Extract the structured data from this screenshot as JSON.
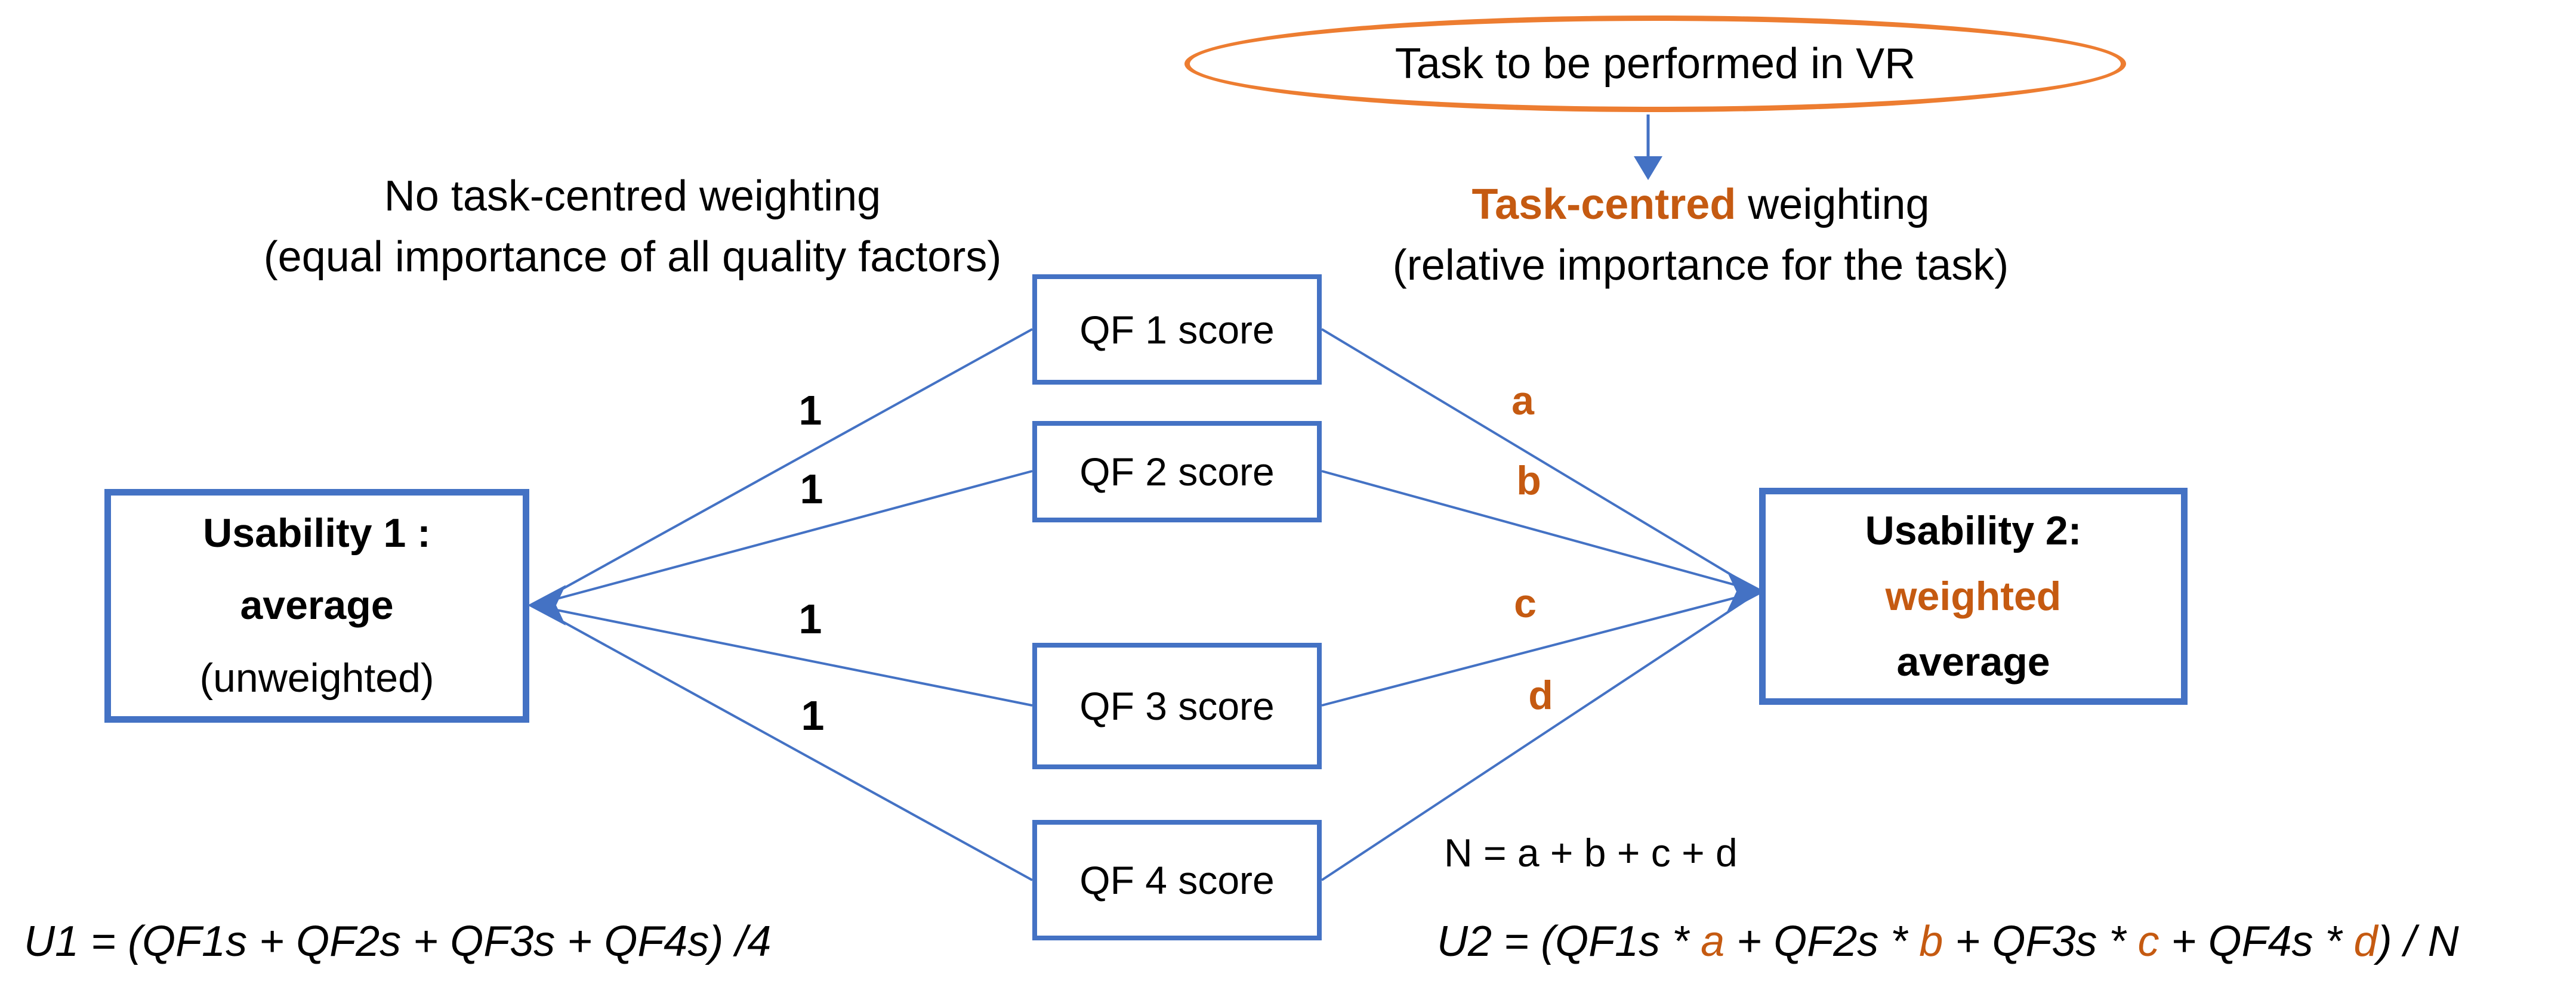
{
  "colors": {
    "blue": "#4472C4",
    "orange_ellipse": "#ED7D31",
    "orange_text": "#C55A11"
  },
  "ellipse": {
    "label": "Task to be performed in VR"
  },
  "headings": {
    "left": {
      "line1": "No task-centred weighting",
      "line2": "(equal importance of all quality factors)"
    },
    "right": {
      "highlight": "Task-centred",
      "rest": " weighting",
      "line2": "(relative importance for the task)"
    }
  },
  "usability1": {
    "line1": "Usability 1 :",
    "line2": "average",
    "line3": "(unweighted)"
  },
  "usability2": {
    "line1": "Usability 2:",
    "line2": "weighted",
    "line3": "average"
  },
  "qf_scores": [
    {
      "label": "QF 1 score"
    },
    {
      "label": "QF 2 score"
    },
    {
      "label": "QF 3 score"
    },
    {
      "label": "QF 4 score"
    }
  ],
  "left_weights": {
    "w1": "1",
    "w2": "1",
    "w3": "1",
    "w4": "1"
  },
  "right_weights": {
    "w1": "a",
    "w2": "b",
    "w3": "c",
    "w4": "d"
  },
  "formulas": {
    "u1": "U1 = (QF1s + QF2s + QF3s + QF4s) /4",
    "n": "N = a + b + c + d",
    "u2": {
      "p0": "U2 = (QF1s * ",
      "a": "a",
      "p1": " + QF2s * ",
      "b": "b",
      "p2": " + QF3s * ",
      "c": "c",
      "p3": " + QF4s * ",
      "d": "d",
      "p4": ") / N"
    }
  }
}
